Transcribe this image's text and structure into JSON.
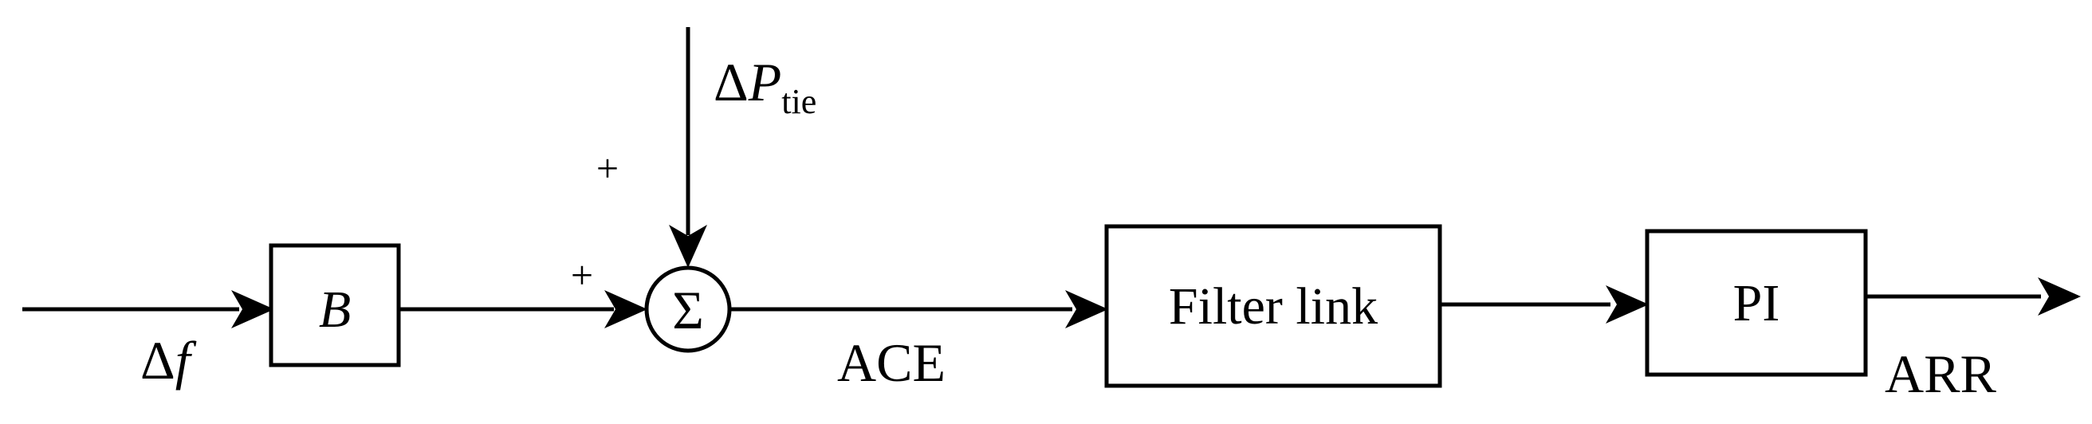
{
  "diagram": {
    "blocks": {
      "gain": "B",
      "filter": "Filter link",
      "controller": "PI"
    },
    "summing_junction": {
      "symbol": "Σ"
    },
    "signals": {
      "input_delta": "Δ",
      "input_var": "f",
      "tie_delta": "Δ",
      "tie_var": "P",
      "tie_sub": "tie",
      "ace": "ACE",
      "output": "ARR"
    },
    "signs": {
      "left_input": "+",
      "top_input": "+"
    }
  }
}
